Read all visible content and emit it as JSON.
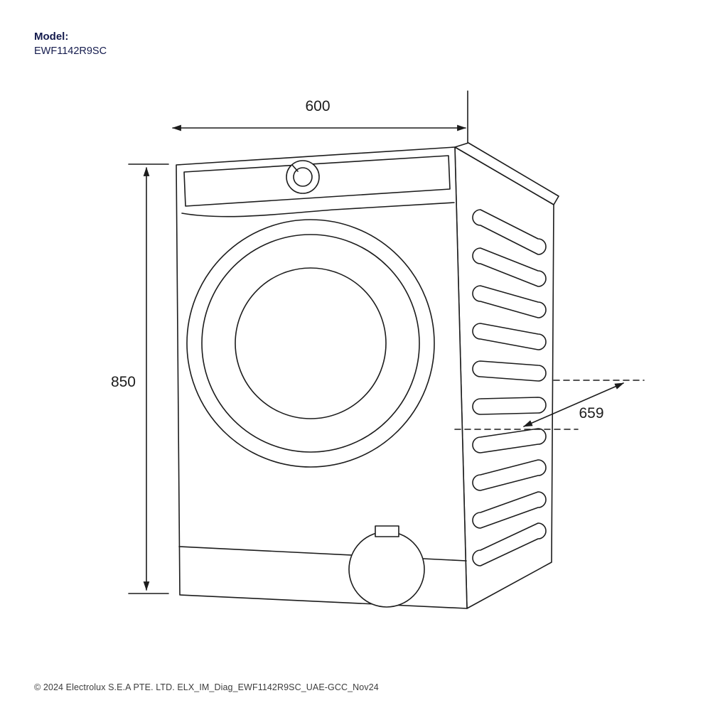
{
  "model": {
    "label": "Model:",
    "number": "EWF1142R9SC"
  },
  "dimensions": {
    "width": "600",
    "height": "850",
    "depth": "659"
  },
  "footer": {
    "copyright": "© 2024 Electrolux S.E.A PTE. LTD. ELX_IM_Diag_EWF1142R9SC_UAE-GCC_Nov24"
  },
  "colors": {
    "brand_navy": "#141B4D",
    "line": "#1c1c1c",
    "background": "#ffffff"
  },
  "diagram": {
    "subject": "front-load washing machine dimension drawing",
    "width_mm": 600,
    "height_mm": 850,
    "depth_mm": 659
  }
}
